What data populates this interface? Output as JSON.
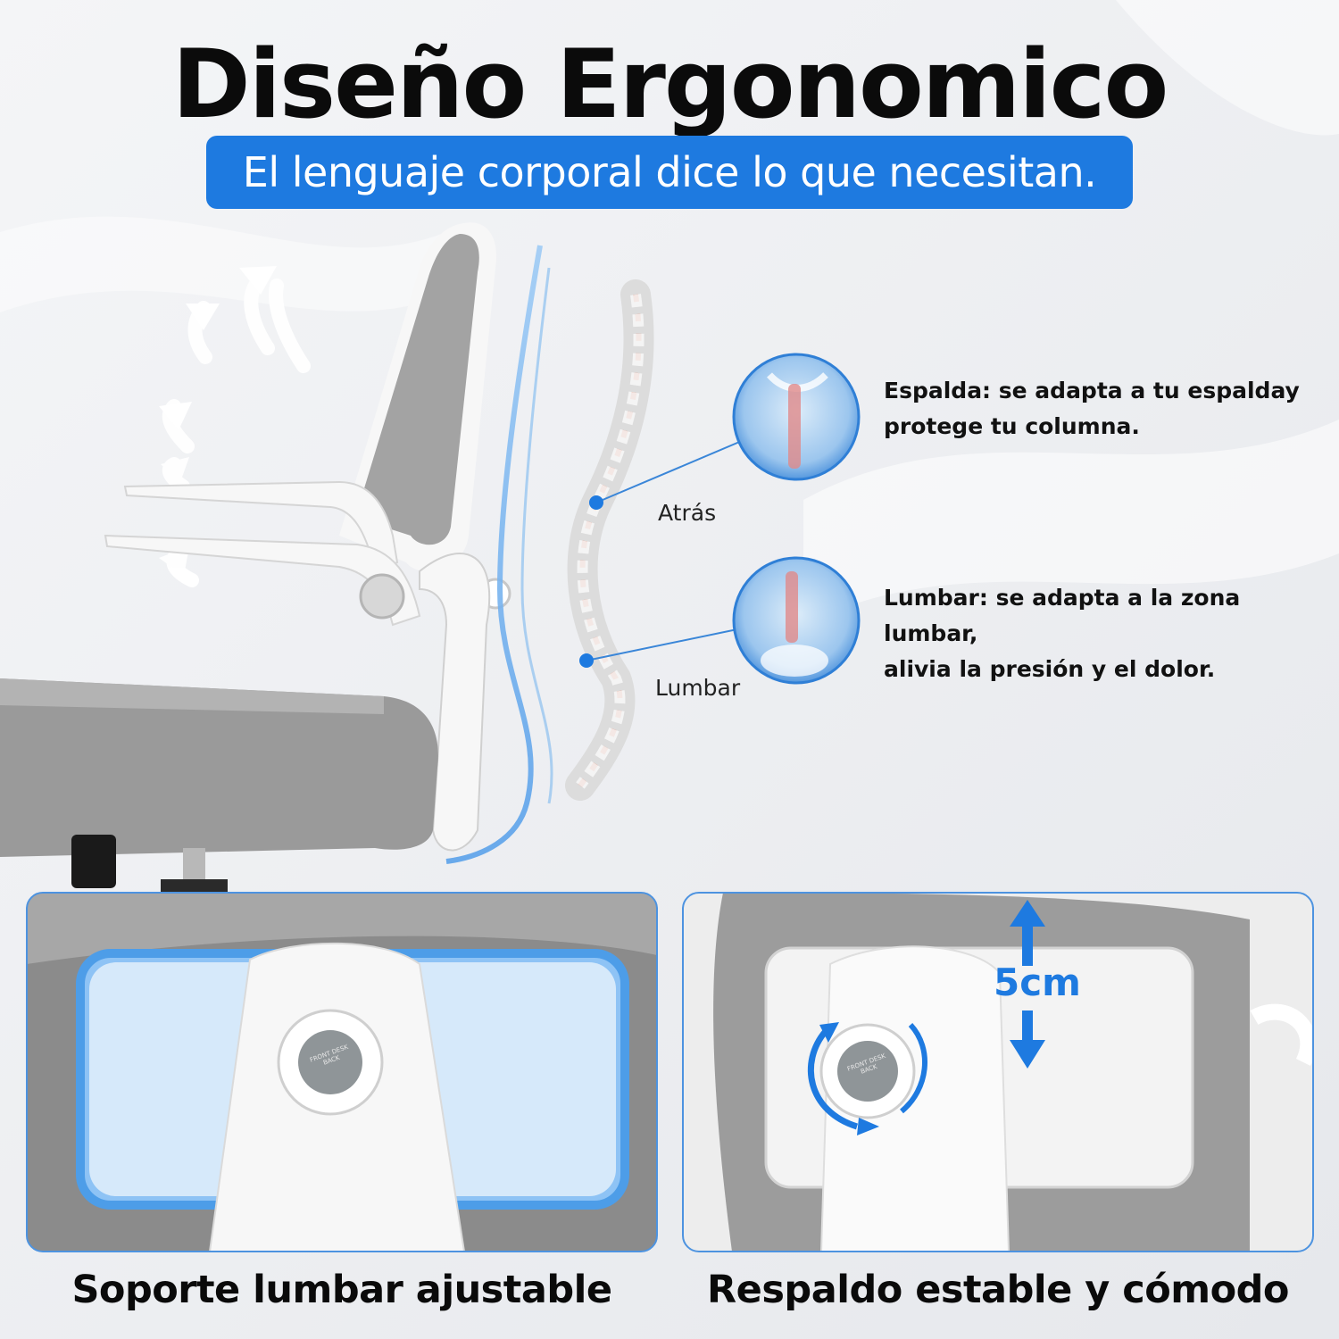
{
  "header": {
    "title": "Diseño Ergonomico",
    "subtitle": "El lenguaje corporal dice lo que necesitan."
  },
  "spine_labels": {
    "upper": "Atrás",
    "lower": "Lumbar"
  },
  "callouts": [
    {
      "line1": "Espalda: se adapta a tu espalday",
      "line2": "protege tu columna."
    },
    {
      "line1": "Lumbar: se adapta a la zona lumbar,",
      "line2": "alivia la presión y el dolor."
    }
  ],
  "panels": [
    {
      "caption": "Soporte lumbar ajustable",
      "knob_text": "FRONT DESK BACK"
    },
    {
      "caption": "Respaldo estable y cómodo",
      "measure": "5cm",
      "knob_text": "FRONT DESK BACK"
    }
  ],
  "colors": {
    "accent_blue": "#1e7ae0",
    "spine_red": "#d9502a",
    "chair_gray": "#9a9a9a",
    "frame_white": "#f7f7f7"
  },
  "icons": [
    "airflow-arrow-icon",
    "rotate-arrow-icon",
    "up-arrow-icon",
    "down-arrow-icon"
  ]
}
